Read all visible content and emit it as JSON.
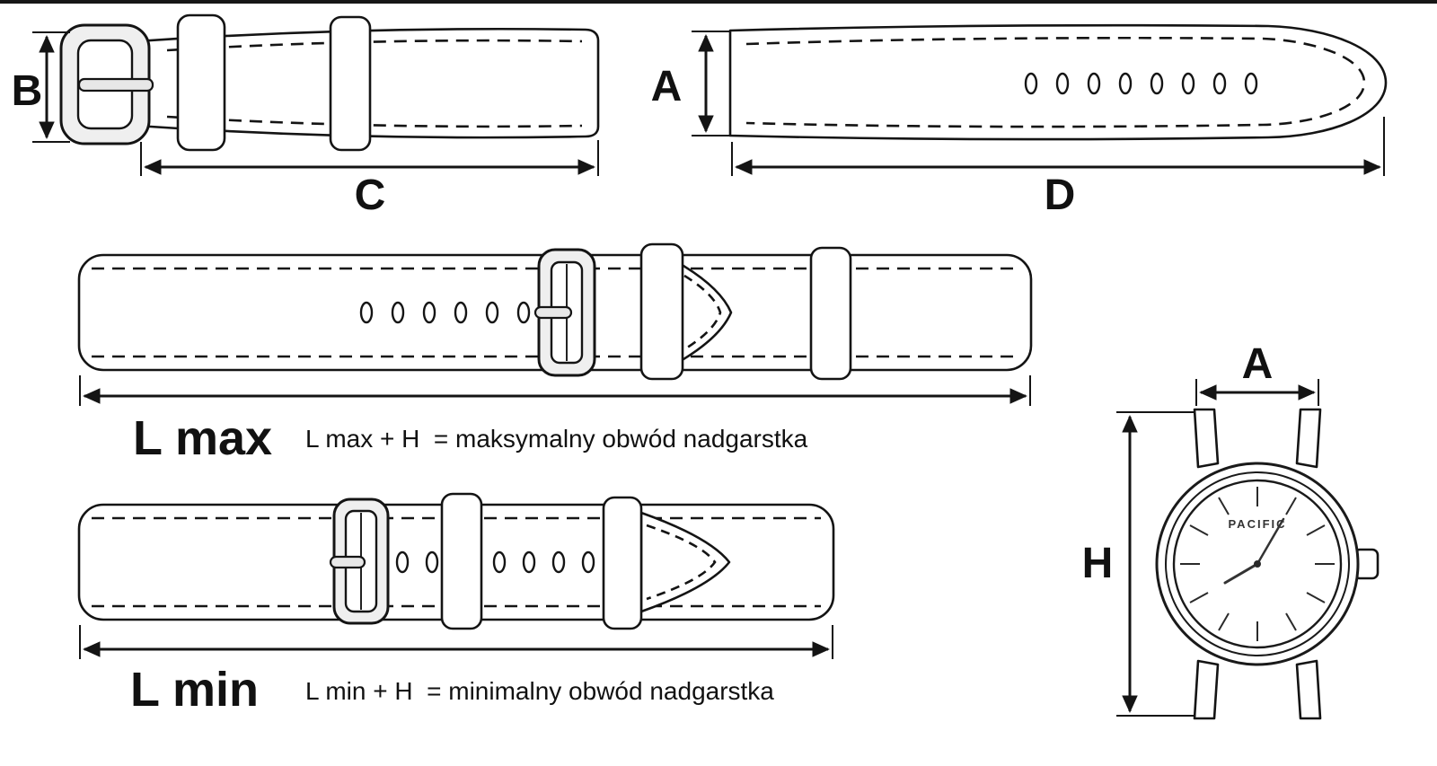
{
  "colors": {
    "ink": "#141414",
    "background": "#ffffff",
    "metal": "#efefef"
  },
  "dimension_labels": {
    "b": "B",
    "c": "C",
    "a_strap": "A",
    "d": "D",
    "a_watch": "A",
    "h_watch": "H"
  },
  "l_max": {
    "label": "L max",
    "formula": "L max + H  = maksymalny obwód nadgarstka"
  },
  "l_min": {
    "label": "L min",
    "formula": "L min + H  = minimalny obwód nadgarstka"
  },
  "watch": {
    "brand": "PACIFIC"
  }
}
